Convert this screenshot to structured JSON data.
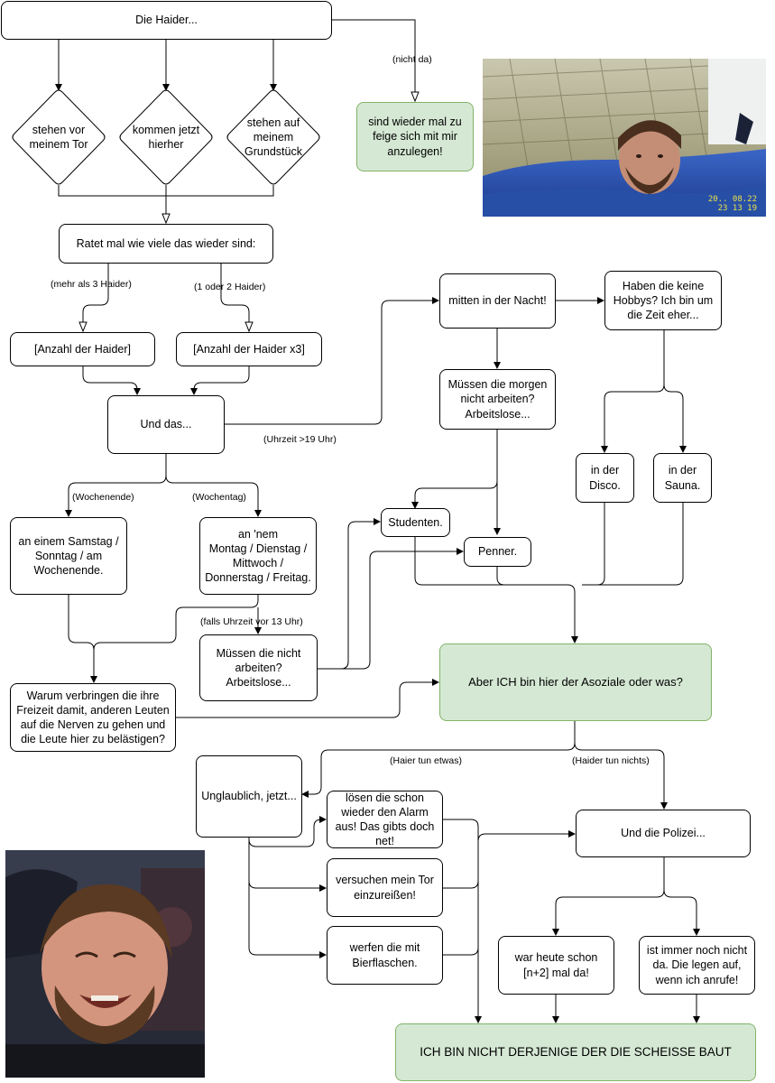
{
  "nodes": {
    "haider": "Die Haider...",
    "tor": "stehen vor\nmeinem Tor",
    "kommen": "kommen jetzt\nhierher",
    "grundstueck": "stehen auf\nmeinem\nGrundstück",
    "feige": "sind wieder mal zu\nfeige sich mit mir\nanzulegen!",
    "ratet": "Ratet mal wie viele das wieder sind:",
    "anzahl": "[Anzahl der Haider]",
    "anzahl3": "[Anzahl der Haider x3]",
    "unddas": "Und das...",
    "wochenende": "an einem Samstag /\nSonntag / am\nWochenende.",
    "wochentag": "an 'nem\nMontag / Dienstag /\nMittwoch /\nDonnerstag / Freitag.",
    "muessen": "Müssen die nicht\narbeiten?\nArbeitslose...",
    "warum": "Warum verbringen die ihre\nFreizeit damit, anderen Leuten\nauf die Nerven zu gehen und\ndie  Leute hier zu belästigen?",
    "nacht": "mitten in der Nacht!",
    "hobbys": "Haben die keine\nHobbys? Ich bin um\ndie Zeit eher...",
    "morgen": "Müssen die morgen\nnicht arbeiten?\nArbeitslose...",
    "disco": "in der\nDisco.",
    "sauna": "in der\nSauna.",
    "studenten": "Studenten.",
    "penner": "Penner.",
    "asoziale": "Aber ICH bin hier der Asoziale oder was?",
    "unglaublich": "Unglaublich, jetzt...",
    "alarm": "lösen die schon\nwieder den Alarm\naus! Das gibts doch\nnet!",
    "tor_ein": "versuchen mein Tor\neinzureißen!",
    "bier": "werfen die mit\nBierflaschen.",
    "polizei": "Und die Polizei...",
    "heute": "war heute schon\n[n+2] mal da!",
    "nochnicht": "ist immer noch nicht\nda. Die legen auf,\nwenn ich anrufe!",
    "final": "ICH BIN NICHT DERJENIGE DER DIE SCHEISSE BAUT"
  },
  "edge_labels": {
    "nicht_da": "(nicht da)",
    "mehr3": "(mehr als 3 Haider)",
    "ein2": "(1 oder 2 Haider)",
    "uhrzeit19": "(Uhrzeit >19 Uhr)",
    "wochenende": "(Wochenende)",
    "wochentag": "(Wochentag)",
    "uhrzeit13": "(falls Uhrzeit vor 13 Uhr)",
    "tun_etwas": "(Haier tun etwas)",
    "tun_nichts": "(Haider tun nichts)"
  },
  "photo_caption": "20.. 08.22\n23 13 19",
  "colors": {
    "green_fill": "#d5e8d4",
    "green_stroke": "#82b366"
  }
}
